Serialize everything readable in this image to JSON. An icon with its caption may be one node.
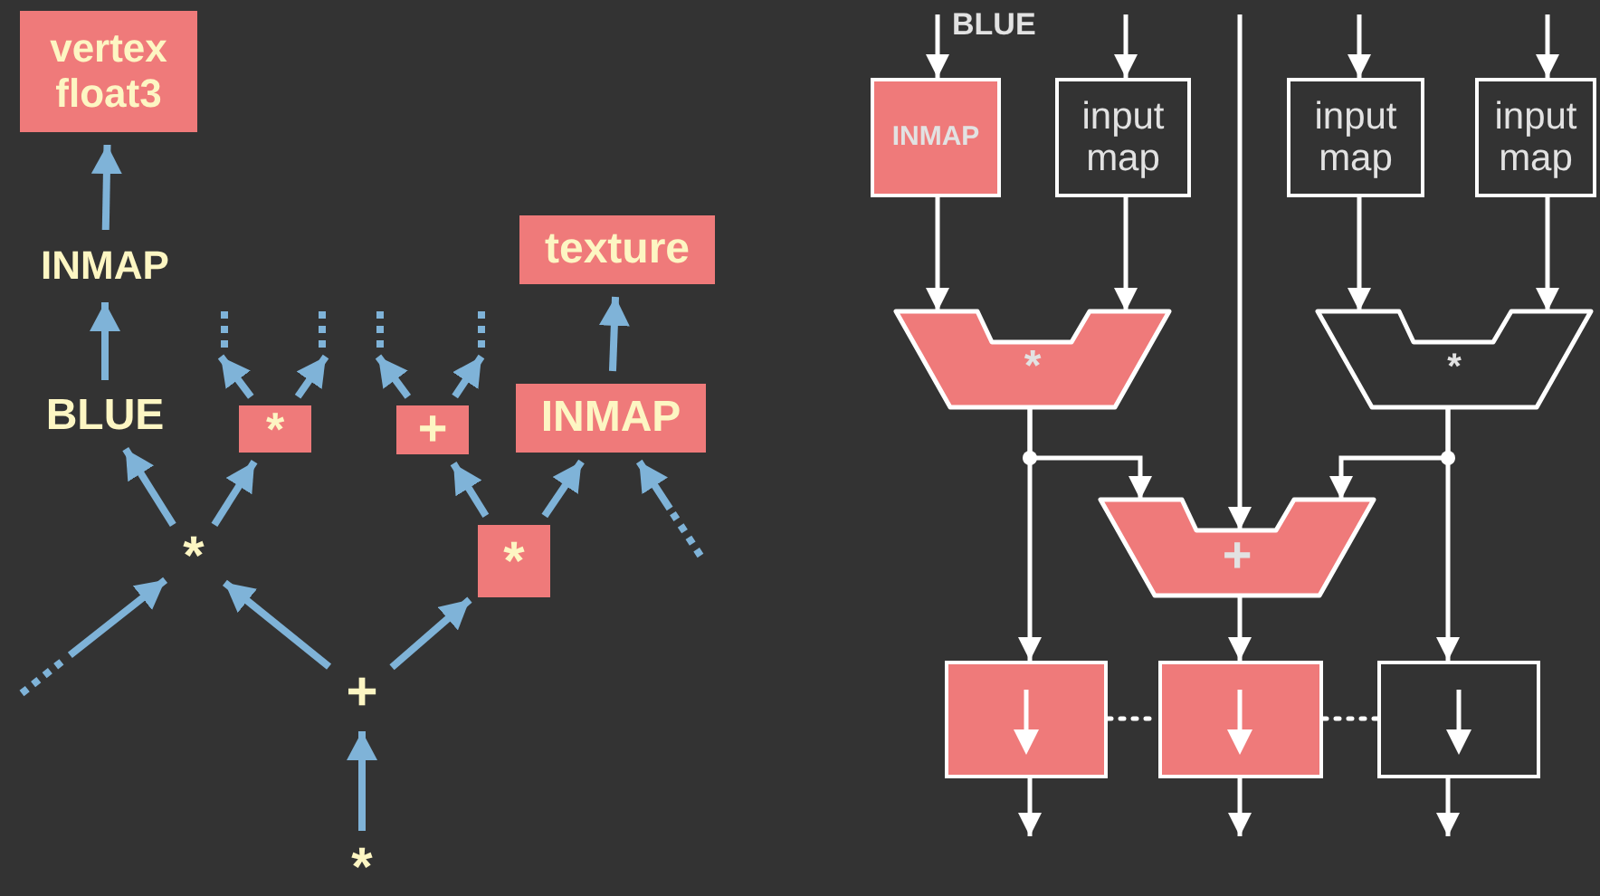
{
  "diagram": {
    "nodes": [
      {
        "text": [
          "vertex float3"
        ]
      },
      {
        "text": [
          "INMAP"
        ]
      },
      {
        "text": [
          "texture"
        ]
      },
      {
        "text": [
          "BLUE"
        ]
      },
      {
        "text": [
          "*"
        ]
      },
      {
        "text": [
          "+"
        ]
      },
      {
        "text": [
          "INMAP"
        ]
      },
      {
        "text": [
          "*"
        ]
      },
      {
        "text": [
          "*"
        ]
      },
      {
        "text": [
          "+"
        ]
      },
      {
        "text": [
          "*"
        ]
      },
      {
        "text": [
          "INMAP"
        ]
      },
      {
        "text": [
          "input map"
        ]
      },
      {
        "text": [
          "input map"
        ]
      },
      {
        "text": [
          "input map"
        ]
      },
      {
        "text": [
          "*"
        ]
      },
      {
        "text": [
          "*"
        ]
      },
      {
        "text": [
          "+"
        ]
      },
      {
        "text": [],
        "shape": "box"
      },
      {
        "text": [],
        "shape": "box"
      },
      {
        "text": [],
        "shape": "box"
      }
    ],
    "edges": [
      {
        "from": 1,
        "to": 0,
        "arrow": "to",
        "color": "#7fb3d8"
      },
      {
        "from": 3,
        "to": 1,
        "arrow": "to",
        "color": "#7fb3d8"
      },
      {
        "from": 6,
        "to": 2,
        "arrow": "to",
        "color": "#7fb3d8"
      },
      {
        "from": 7,
        "to": 3,
        "arrow": "to",
        "color": "#7fb3d8"
      },
      {
        "from": 7,
        "to": 4,
        "arrow": "to",
        "color": "#7fb3d8"
      },
      {
        "from": 4,
        "to": null,
        "arrow": "to",
        "color": "#7fb3d8"
      },
      {
        "from": 4,
        "to": null,
        "arrow": "to",
        "color": "#7fb3d8"
      },
      {
        "from": 5,
        "to": null,
        "arrow": "to",
        "color": "#7fb3d8"
      },
      {
        "from": 5,
        "to": null,
        "arrow": "to",
        "color": "#7fb3d8"
      },
      {
        "from": 8,
        "to": 5,
        "arrow": "to",
        "color": "#7fb3d8"
      },
      {
        "from": 8,
        "to": 6,
        "arrow": "to",
        "color": "#7fb3d8"
      },
      {
        "from": null,
        "to": 6,
        "arrow": "to",
        "style": "dashed",
        "color": "#7fb3d8"
      },
      {
        "from": 9,
        "to": 7,
        "arrow": "to",
        "color": "#7fb3d8"
      },
      {
        "from": 9,
        "to": 8,
        "arrow": "to",
        "color": "#7fb3d8"
      },
      {
        "from": null,
        "to": 7,
        "arrow": "to",
        "style": "dashed",
        "color": "#7fb3d8"
      },
      {
        "from": 10,
        "to": 9,
        "arrow": "to",
        "color": "#7fb3d8"
      },
      {
        "from": null,
        "to": 11,
        "arrow": "to",
        "label": "BLUE"
      },
      {
        "from": null,
        "to": 12,
        "arrow": "to"
      },
      {
        "from": null,
        "to": 13,
        "arrow": "to"
      },
      {
        "from": null,
        "to": 14,
        "arrow": "to"
      },
      {
        "from": 11,
        "to": 15,
        "arrow": "to"
      },
      {
        "from": 12,
        "to": 15,
        "arrow": "to"
      },
      {
        "from": 13,
        "to": 16,
        "arrow": "to"
      },
      {
        "from": 14,
        "to": 16,
        "arrow": "to"
      },
      {
        "from": null,
        "to": 17,
        "arrow": "to"
      },
      {
        "from": 15,
        "to": 17,
        "arrow": "to"
      },
      {
        "from": 15,
        "to": 18,
        "arrow": "to"
      },
      {
        "from": 16,
        "to": 17,
        "arrow": "to"
      },
      {
        "from": 16,
        "to": 20,
        "arrow": "to"
      },
      {
        "from": 17,
        "to": 19,
        "arrow": "to"
      },
      {
        "from": 18,
        "to": null,
        "arrow": "to"
      },
      {
        "from": 19,
        "to": null,
        "arrow": "to"
      },
      {
        "from": 20,
        "to": null,
        "arrow": "to"
      },
      {
        "from": 18,
        "to": 19,
        "arrow": "none",
        "style": "dashed"
      },
      {
        "from": 19,
        "to": 20,
        "arrow": "none",
        "style": "dashed"
      }
    ]
  }
}
